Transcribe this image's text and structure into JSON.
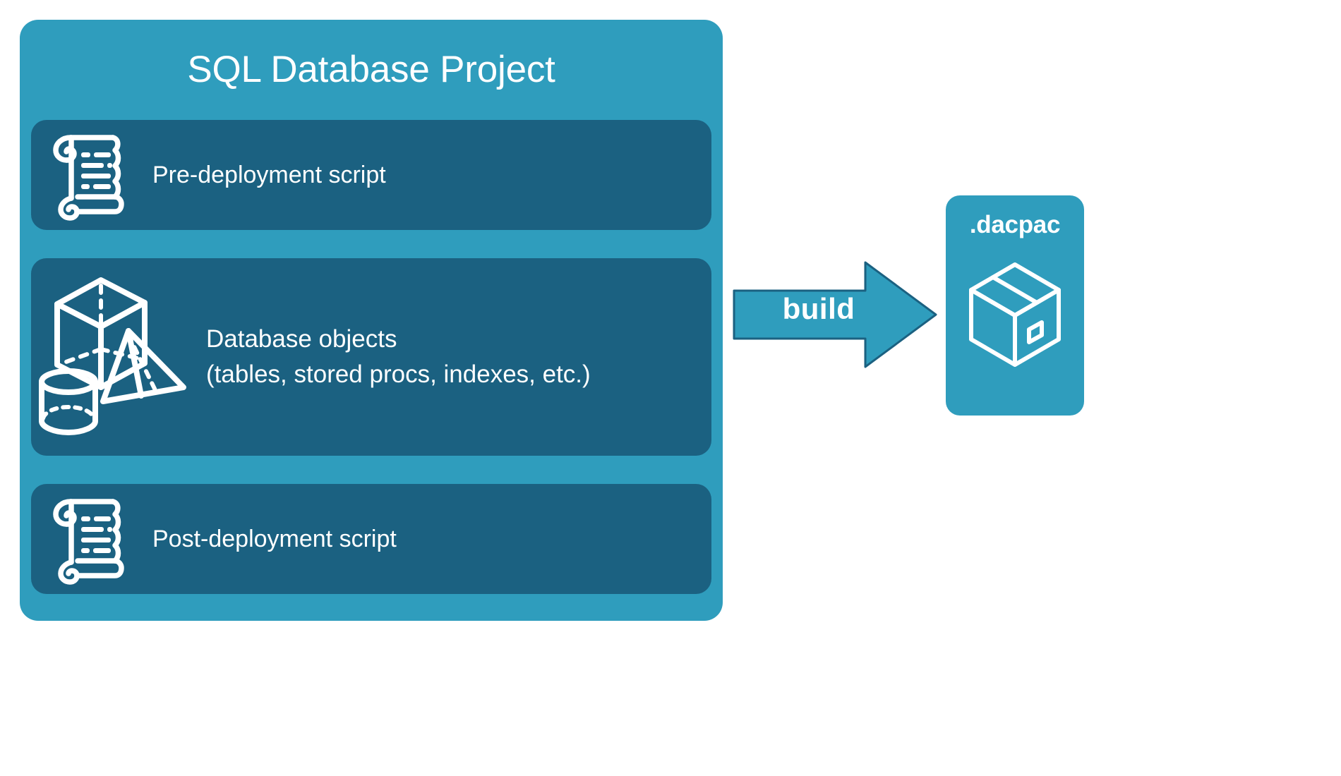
{
  "diagram": {
    "title": "SQL Database Project build diagram",
    "background_color": "#ffffff",
    "accent_color": "#2f9dbd",
    "panel_color": "#1b6181",
    "stroke_color": "#ffffff"
  },
  "project": {
    "title": "SQL Database Project",
    "panels": [
      {
        "id": "pre-deployment",
        "label": "Pre-deployment script",
        "icon": "scroll-icon"
      },
      {
        "id": "database-objects",
        "label": "Database objects\n(tables, stored procs, indexes, etc.)",
        "line1": "Database objects",
        "line2": "(tables, stored procs, indexes, etc.)",
        "icons": [
          "cube-icon",
          "pyramid-icon",
          "cylinder-icon"
        ]
      },
      {
        "id": "post-deployment",
        "label": "Post-deployment script",
        "icon": "scroll-icon"
      }
    ]
  },
  "arrow": {
    "label": "build",
    "direction": "right",
    "color": "#2f9dbd"
  },
  "output": {
    "label": ".dacpac",
    "icon": "package-box-icon",
    "color": "#2f9dbd"
  }
}
